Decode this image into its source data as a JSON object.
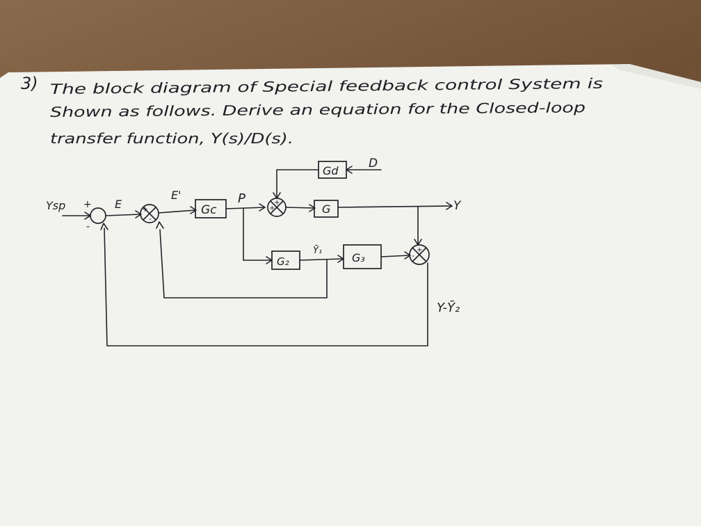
{
  "question": {
    "number": "3)",
    "line1": "The block diagram of Special feedback control System is",
    "line2": "Shown as follows. Derive an equation for the Closed-loop",
    "line3": "transfer function, Y(s)/D(s)."
  },
  "diagram": {
    "input": "Ysp",
    "error": "E",
    "error2": "E'",
    "p_signal": "P",
    "disturbance": "D",
    "output": "Y",
    "y1_label": "Ȳ₁",
    "diff_label": "Y-Ȳ₂",
    "blocks": {
      "gc": "Gc",
      "gd": "Gd",
      "g": "G",
      "g2": "G₂",
      "g3": "G₃"
    },
    "signs": {
      "s1_top": "+",
      "s1_bottom": "-",
      "s2_left": "+",
      "s2_bottom": "-",
      "s3_top": "+",
      "s3_left": "+",
      "s4_top": "+",
      "s4_left": "-"
    }
  },
  "colors": {
    "paper": "#f2f2ee",
    "ink": "#22222a",
    "wood": "#7a5a3e"
  }
}
